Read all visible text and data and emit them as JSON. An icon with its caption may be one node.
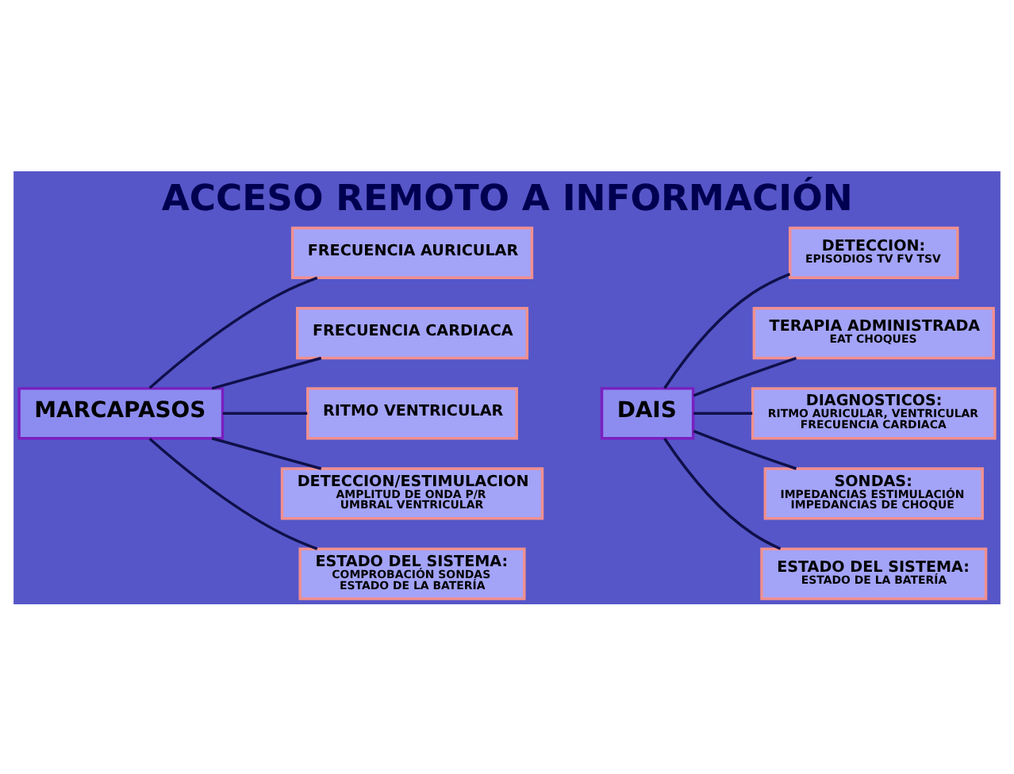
{
  "diagram": {
    "title": "ACCESO REMOTO A INFORMACIÓN",
    "nodes": [
      {
        "text": [
          "MARCAPASOS"
        ]
      },
      {
        "text": [
          "FRECUENCIA AURICULAR"
        ]
      },
      {
        "text": [
          "FRECUENCIA CARDIACA"
        ]
      },
      {
        "text": [
          "RITMO VENTRICULAR"
        ]
      },
      {
        "text": [
          "DETECCION/ESTIMULACION",
          "AMPLITUD DE ONDA P/R",
          "UMBRAL VENTRICULAR"
        ]
      },
      {
        "text": [
          "ESTADO DEL SISTEMA:",
          "COMPROBACIÓN SONDAS",
          "ESTADO DE LA BATERÍA"
        ]
      },
      {
        "text": [
          "DAIS"
        ]
      },
      {
        "text": [
          "DETECCION:",
          "EPISODIOS TV FV TSV"
        ]
      },
      {
        "text": [
          "TERAPIA ADMINISTRADA",
          "EAT CHOQUES"
        ]
      },
      {
        "text": [
          "DIAGNOSTICOS:",
          "RITMO AURICULAR, VENTRICULAR",
          "FRECUENCIA CARDIACA"
        ]
      },
      {
        "text": [
          "SONDAS:",
          "IMPEDANCIAS ESTIMULACIÓN",
          "IMPEDANCIAS DE CHOQUE"
        ]
      },
      {
        "text": [
          "ESTADO DEL SISTEMA:",
          "ESTADO DE LA BATERÍA"
        ]
      }
    ],
    "edges": [
      {
        "from": 0,
        "to": 1,
        "arrow": "none"
      },
      {
        "from": 0,
        "to": 2,
        "arrow": "none"
      },
      {
        "from": 0,
        "to": 3,
        "arrow": "none"
      },
      {
        "from": 0,
        "to": 4,
        "arrow": "none"
      },
      {
        "from": 0,
        "to": 5,
        "arrow": "none"
      },
      {
        "from": 6,
        "to": 7,
        "arrow": "none"
      },
      {
        "from": 6,
        "to": 8,
        "arrow": "none"
      },
      {
        "from": 6,
        "to": 9,
        "arrow": "none"
      },
      {
        "from": 6,
        "to": 10,
        "arrow": "none"
      },
      {
        "from": 6,
        "to": 11,
        "arrow": "none"
      }
    ]
  }
}
